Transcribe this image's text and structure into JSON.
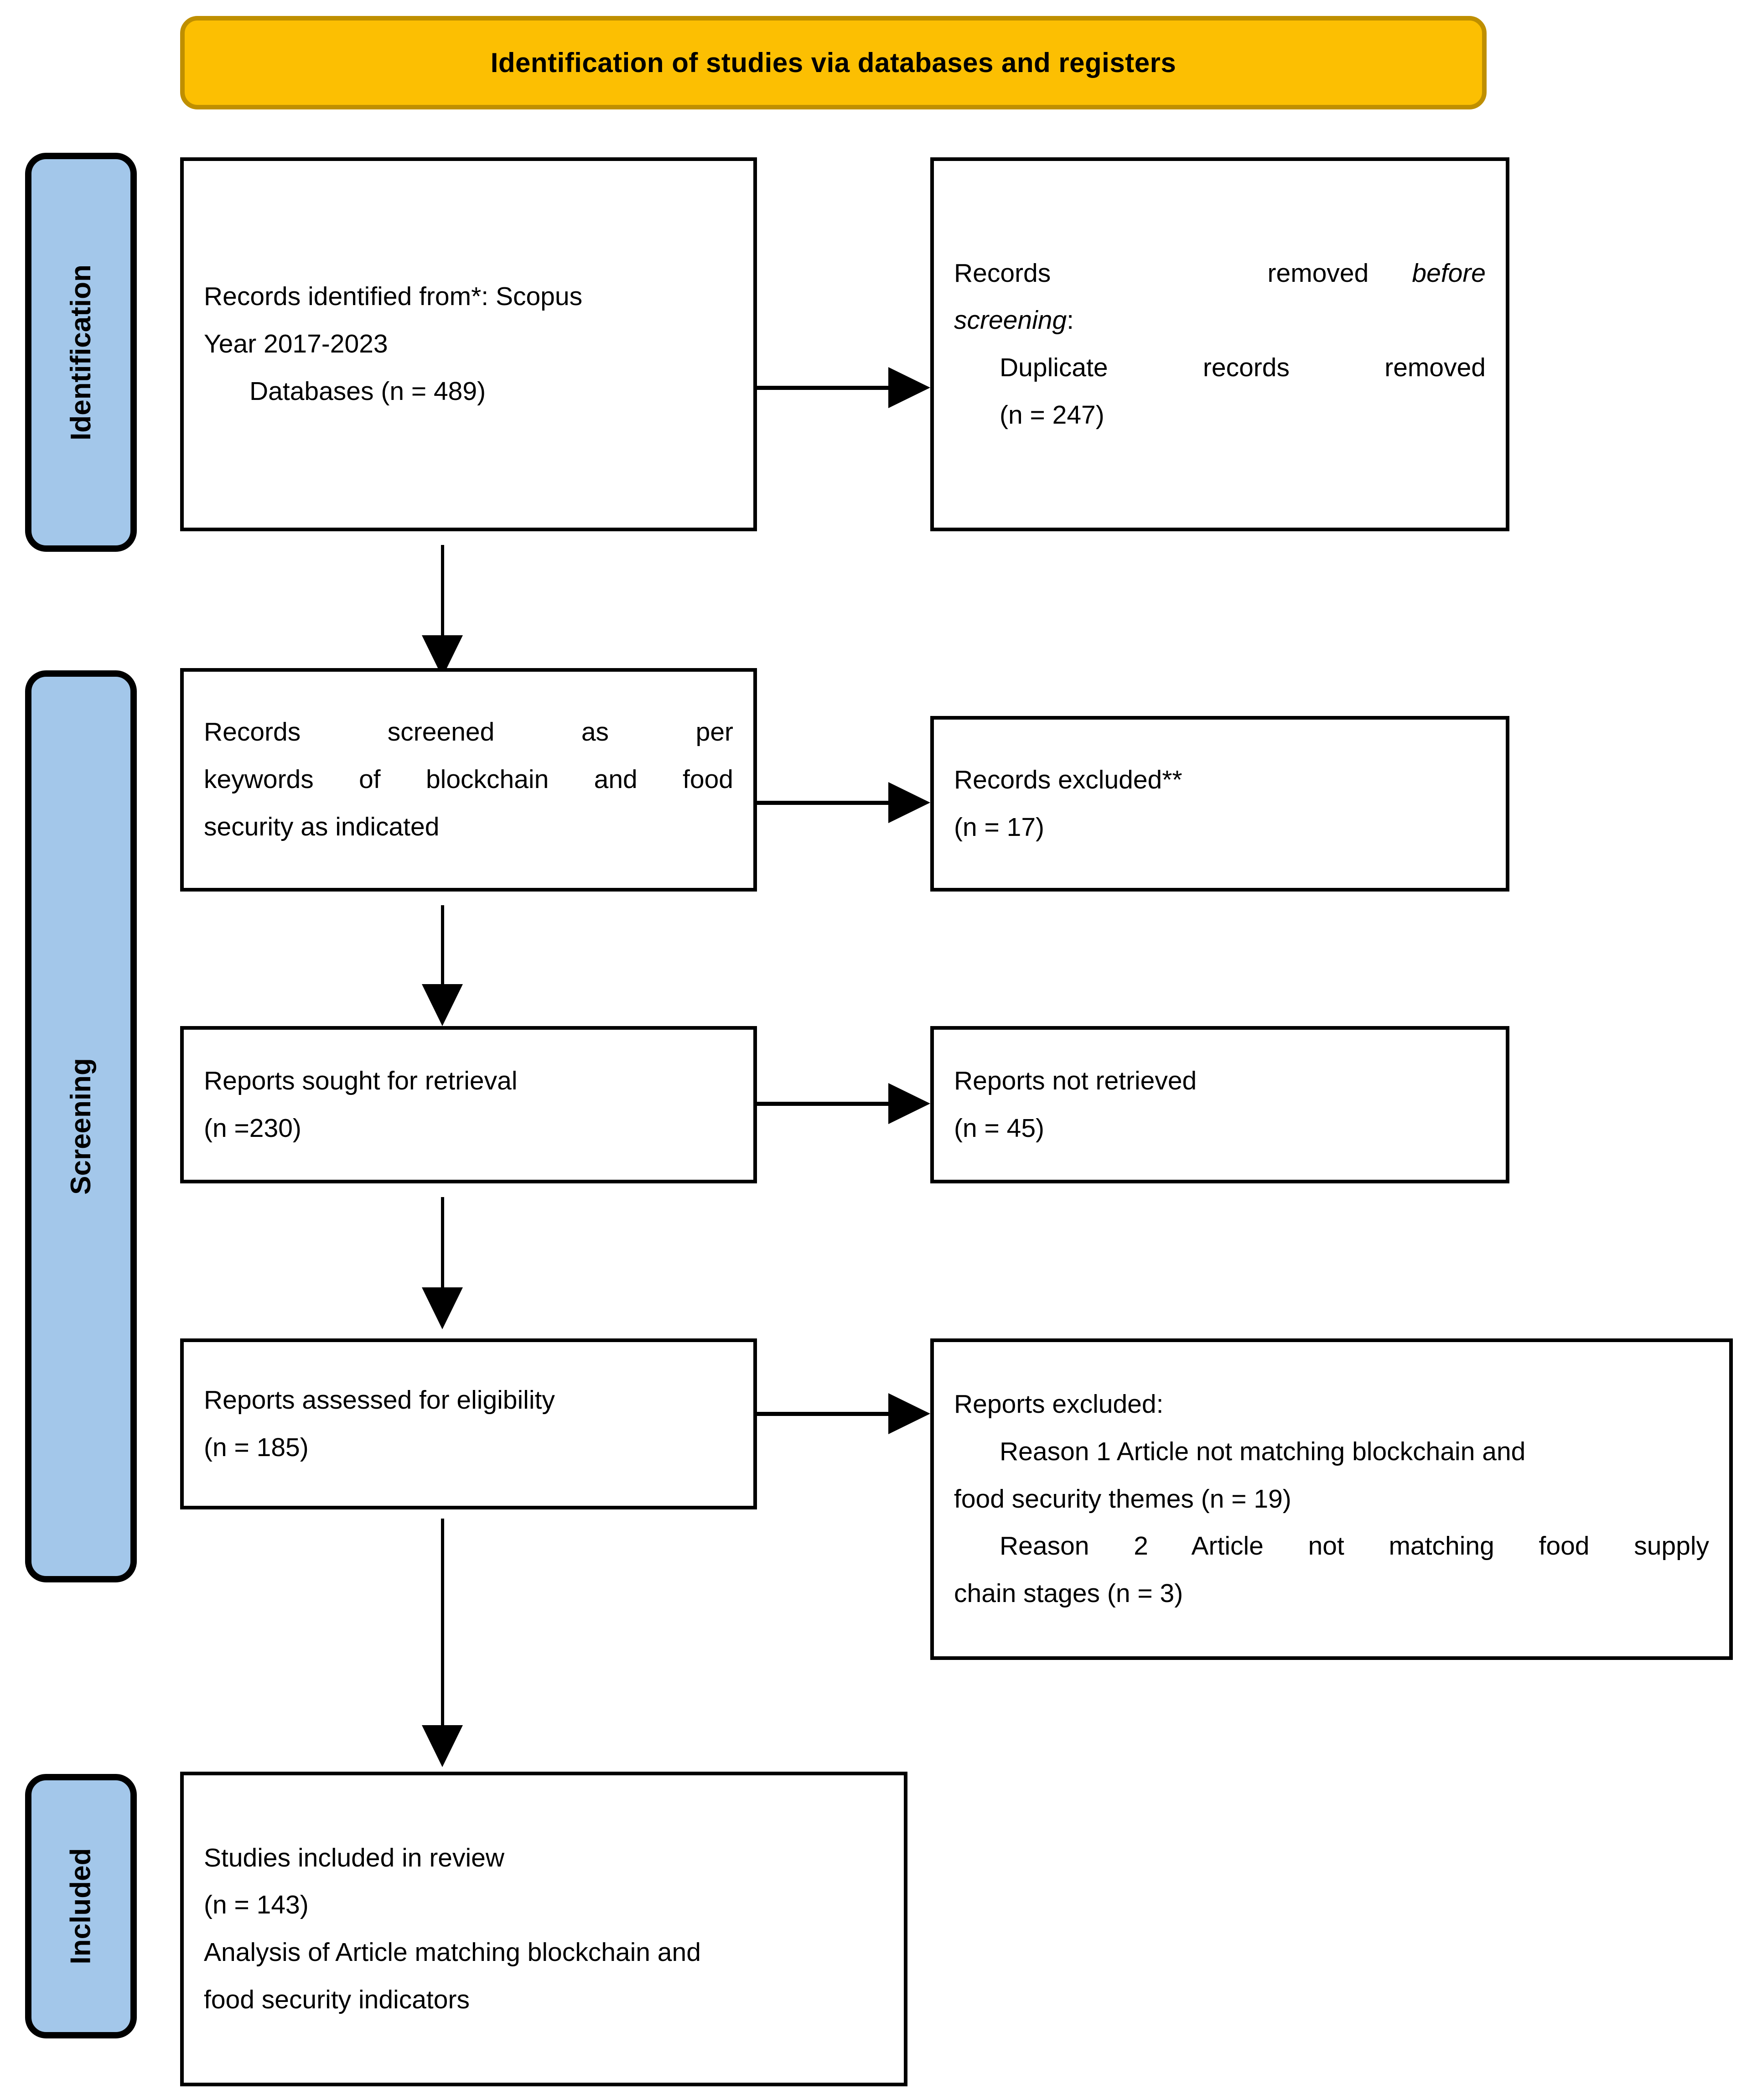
{
  "banner": {
    "title": "Identification of studies via databases and registers",
    "fill_color": "#FCBF02",
    "border_color": "#BF8F00"
  },
  "stages": {
    "fill_color": "#A3C7EA",
    "identification": "Identification",
    "screening": "Screening",
    "included": "Included"
  },
  "boxes": {
    "records_identified": {
      "line1": "Records identified from*: Scopus",
      "line2": "Year 2017-2023",
      "line3": "Databases (n = 489)"
    },
    "records_removed": {
      "line1a": "Records     removed ",
      "line1b": "before",
      "line2": "screening",
      "line2b": ":",
      "line3": "Duplicate   records   removed",
      "line4": "(n = 247)"
    },
    "records_screened": {
      "line1": "Records screened as per",
      "line2": "keywords of blockchain and food",
      "line3": "security as indicated"
    },
    "records_excluded": {
      "line1": "Records excluded**",
      "line2": "(n = 17)"
    },
    "reports_sought": {
      "line1": "Reports sought for retrieval",
      "line2": "(n =230)"
    },
    "reports_not_retrieved": {
      "line1": "Reports not retrieved",
      "line2": "(n = 45)"
    },
    "reports_assessed": {
      "line1": "Reports assessed for eligibility",
      "line2": "(n = 185)"
    },
    "reports_excluded": {
      "line1": "Reports excluded:",
      "line2": "Reason 1 Article not matching blockchain and",
      "line3": "food security themes (n = 19)",
      "line4": "Reason 2 Article not matching food supply",
      "line5": "chain stages (n = 3)"
    },
    "studies_included": {
      "line1": "Studies included in review",
      "line2": "(n = 143)",
      "line3": "Analysis of Article matching blockchain and",
      "line4": "food security indicators"
    }
  }
}
